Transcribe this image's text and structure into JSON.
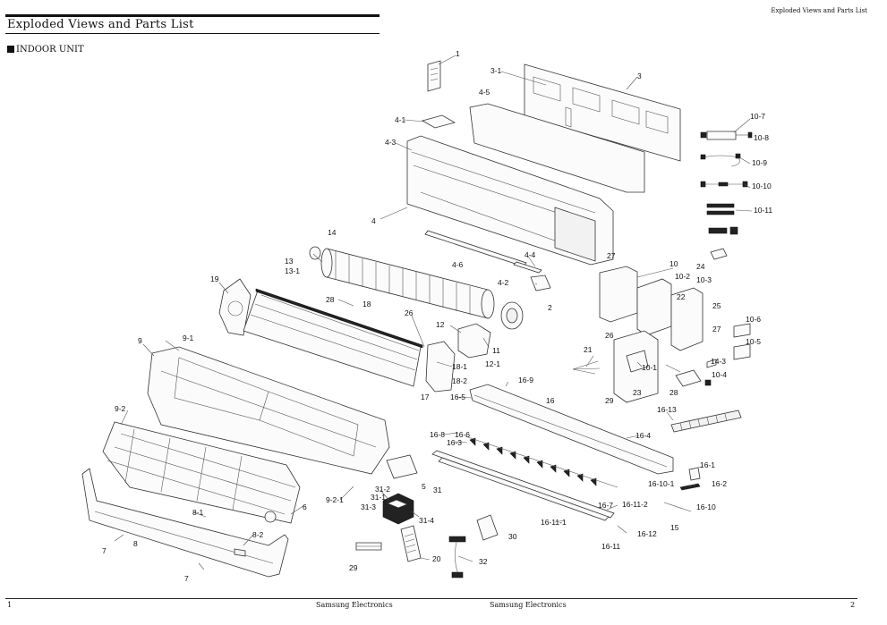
{
  "header": {
    "title": "Exploded Views and Parts List",
    "running_head": "Exploded Views and Parts List"
  },
  "section": {
    "label": "INDOOR UNIT"
  },
  "footer": {
    "page_left": "1",
    "company_left": "Samsung Electronics",
    "company_right": "Samsung Electronics",
    "page_right": "2"
  },
  "callouts": {
    "p1": "1",
    "p3_1": "3-1",
    "p3": "3",
    "p4_5": "4-5",
    "p4_1": "4-1",
    "p4_3": "4-3",
    "p10_7": "10-7",
    "p10_8": "10-8",
    "p10_9": "10-9",
    "p10_10": "10-10",
    "p10_11": "10-11",
    "p4": "4",
    "p14": "14",
    "p13": "13",
    "p13_1": "13-1",
    "p4_4": "4-4",
    "p27a": "27",
    "p10": "10",
    "p24": "24",
    "p10_2": "10-2",
    "p10_3": "10-3",
    "p4_6": "4-6",
    "p4_2": "4-2",
    "p2": "2",
    "p19": "19",
    "p28a": "28",
    "p18": "18",
    "p26a": "26",
    "p12": "12",
    "p22": "22",
    "p25": "25",
    "p26b": "26",
    "p27b": "27",
    "p10_6": "10-6",
    "p10_5": "10-5",
    "p9": "9",
    "p9_1": "9-1",
    "p11": "11",
    "p12_1": "12-1",
    "p18_1": "18-1",
    "p18_2": "18-2",
    "p21": "21",
    "p10_1": "10-1",
    "p14_3": "14-3",
    "p10_4": "10-4",
    "p28b": "28",
    "p16_9": "16-9",
    "p17": "17",
    "p16_5": "16-5",
    "p16": "16",
    "p23": "23",
    "p29a": "29",
    "p9_2": "9-2",
    "p16_13": "16-13",
    "p16_8": "16-8",
    "p16_6": "16-6",
    "p16_3": "16-3",
    "p16_4": "16-4",
    "p16_1": "16-1",
    "p16_10_1": "16-10-1",
    "p16_2": "16-2",
    "p31_2": "31-2",
    "p31_1": "31-1",
    "p5": "5",
    "p31": "31",
    "p6": "6",
    "p9_2_1": "9-2-1",
    "p31_3": "31-3",
    "p31_4": "31-4",
    "p16_7": "16-7",
    "p16_11_2": "16-11-2",
    "p16_10": "16-10",
    "p8_1": "8-1",
    "p16_11_1": "16-11-1",
    "p15": "15",
    "p16_12": "16-12",
    "p8_2": "8-2",
    "p30": "30",
    "p7a": "7",
    "p8": "8",
    "p16_11": "16-11",
    "p29b": "29",
    "p20": "20",
    "p32": "32",
    "p7b": "7"
  }
}
